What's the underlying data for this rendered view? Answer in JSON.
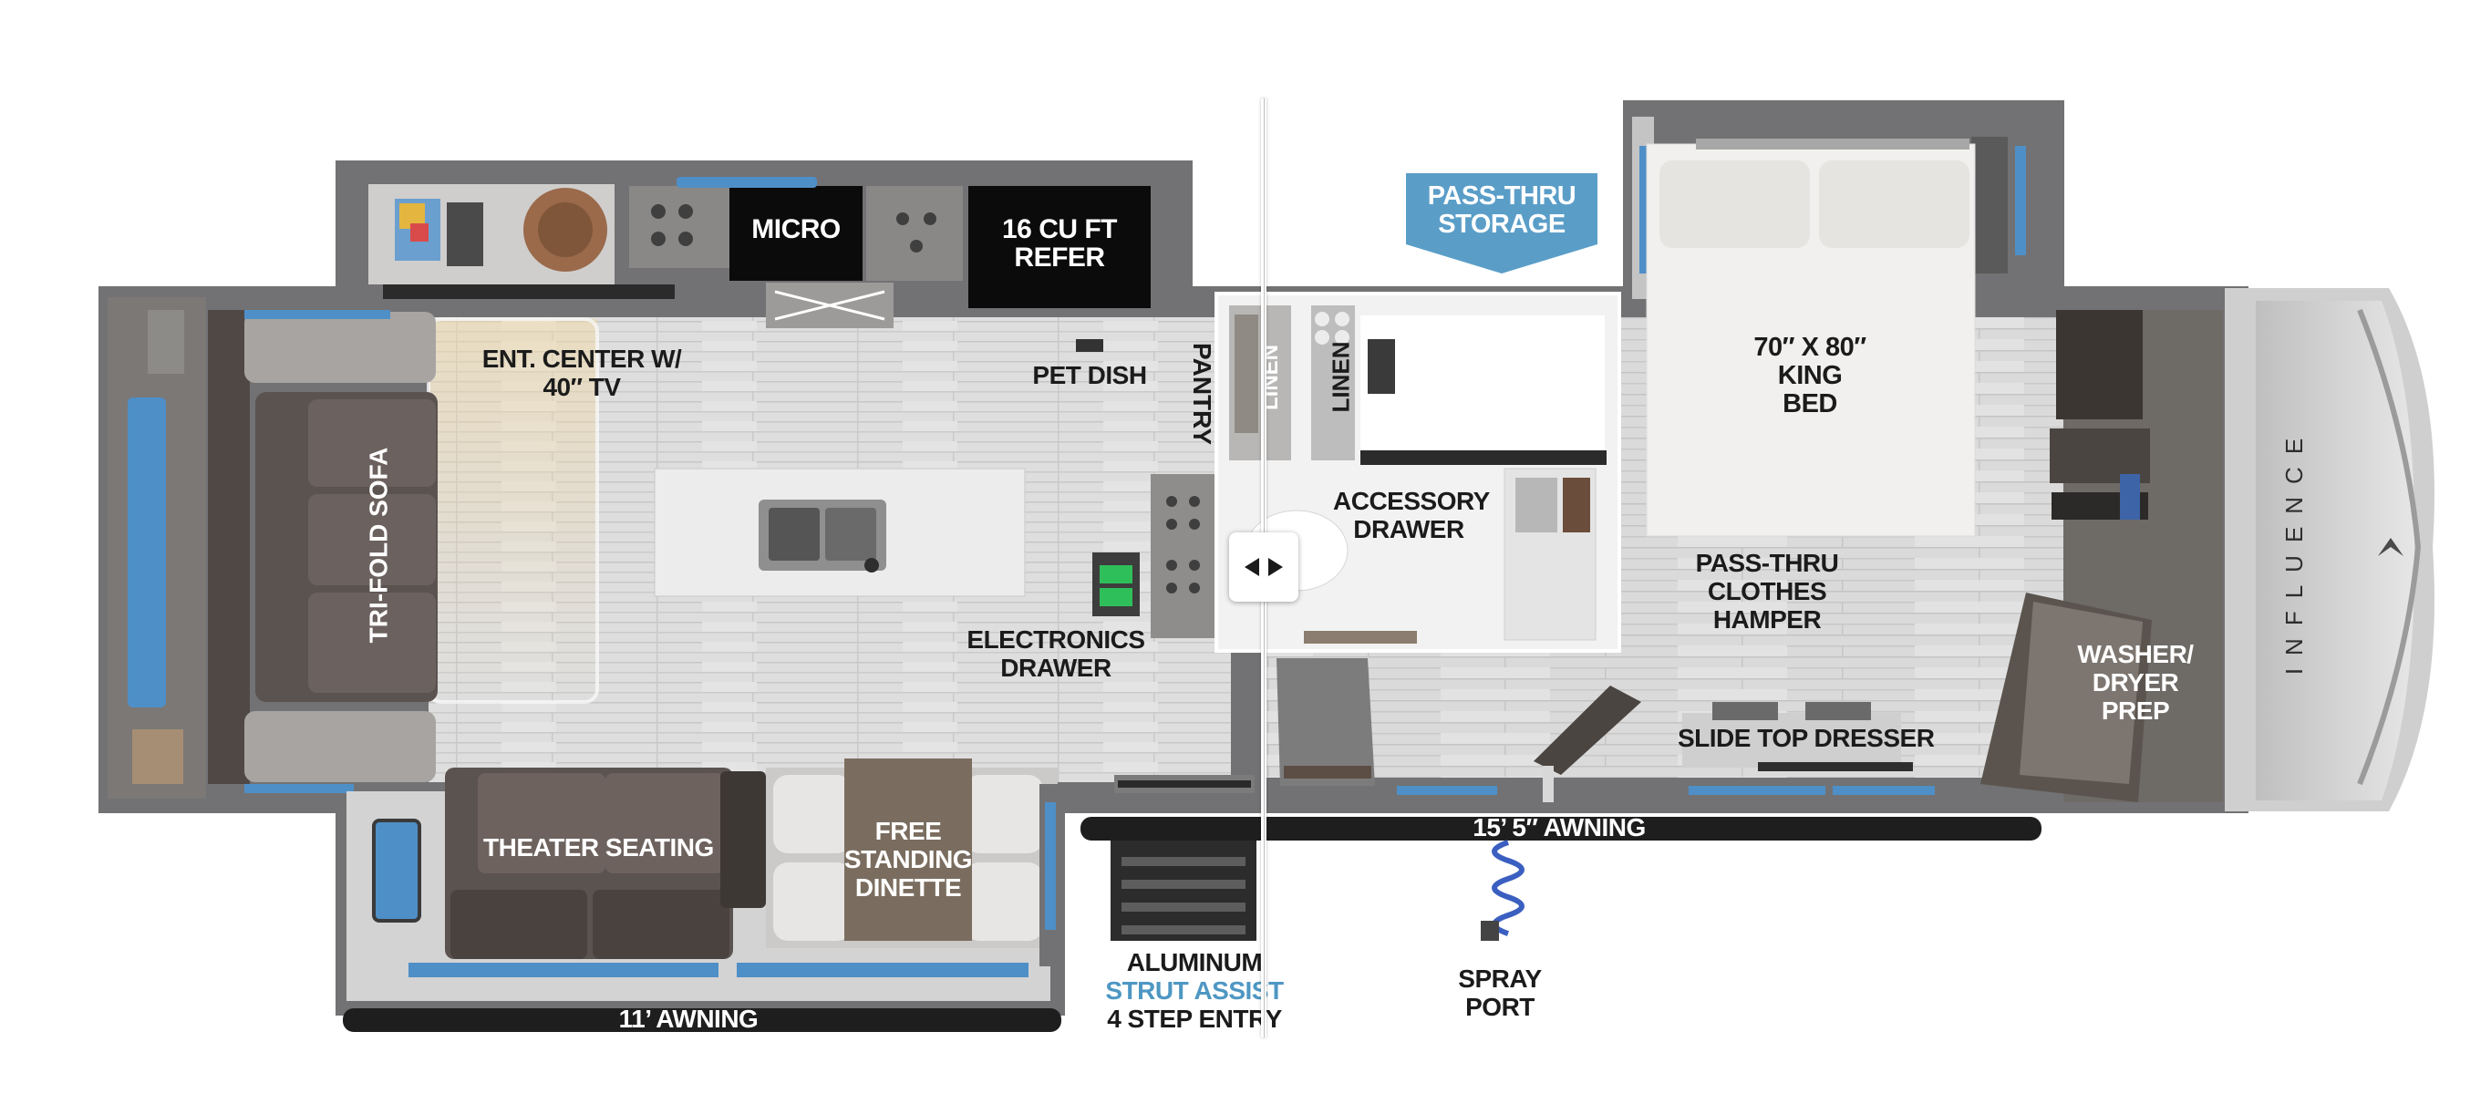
{
  "labels": {
    "ent_center": [
      "ENT. CENTER w/",
      "40″ TV"
    ],
    "micro": "MICRO",
    "refer": [
      "16 CU FT",
      "REFER"
    ],
    "pet_dish": "PET DISH",
    "pantry": "PANTRY",
    "linen_1": "LINEN",
    "linen_2": "LINEN",
    "tri_fold_sofa": "TRI-FOLD SOFA",
    "electronics_drawer": [
      "ELECTRONICS",
      "DRAWER"
    ],
    "accessory_drawer": [
      "ACCESSORY",
      "DRAWER"
    ],
    "pass_thru_storage": [
      "PASS-THRU",
      "STORAGE"
    ],
    "king_bed": [
      "70″ x 80″",
      "KING",
      "BED"
    ],
    "pass_thru_hamper": [
      "PASS-THRU",
      "CLOTHES",
      "HAMPER"
    ],
    "washer_dryer": [
      "WASHER/",
      "DRYER",
      "PREP"
    ],
    "slide_top_dresser": "SLIDE TOP DRESSER",
    "theater_seating": "THEATER SEATING",
    "dinette": [
      "FREE",
      "STANDING",
      "DINETTE"
    ],
    "awning_front": "15’ 5″ AWNING",
    "awning_rear": "11’ AWNING",
    "entry": [
      "ALUMINUM",
      "STRUT ASSIST",
      "4 STEP ENTRY"
    ],
    "spray_port": [
      "SPRAY",
      "PORT"
    ],
    "brand": "INFLUENCE"
  },
  "colors": {
    "wall": "#6d6d6f",
    "floor": "#dcdcdc",
    "sofa": "#5b5350",
    "window": "#4f8fc7",
    "callout": "#5a9ec8",
    "appliance": "#0b0b0b",
    "entry_accent": "#4e97c3"
  },
  "icons": {
    "slider": "compare-slider-arrows-icon"
  }
}
